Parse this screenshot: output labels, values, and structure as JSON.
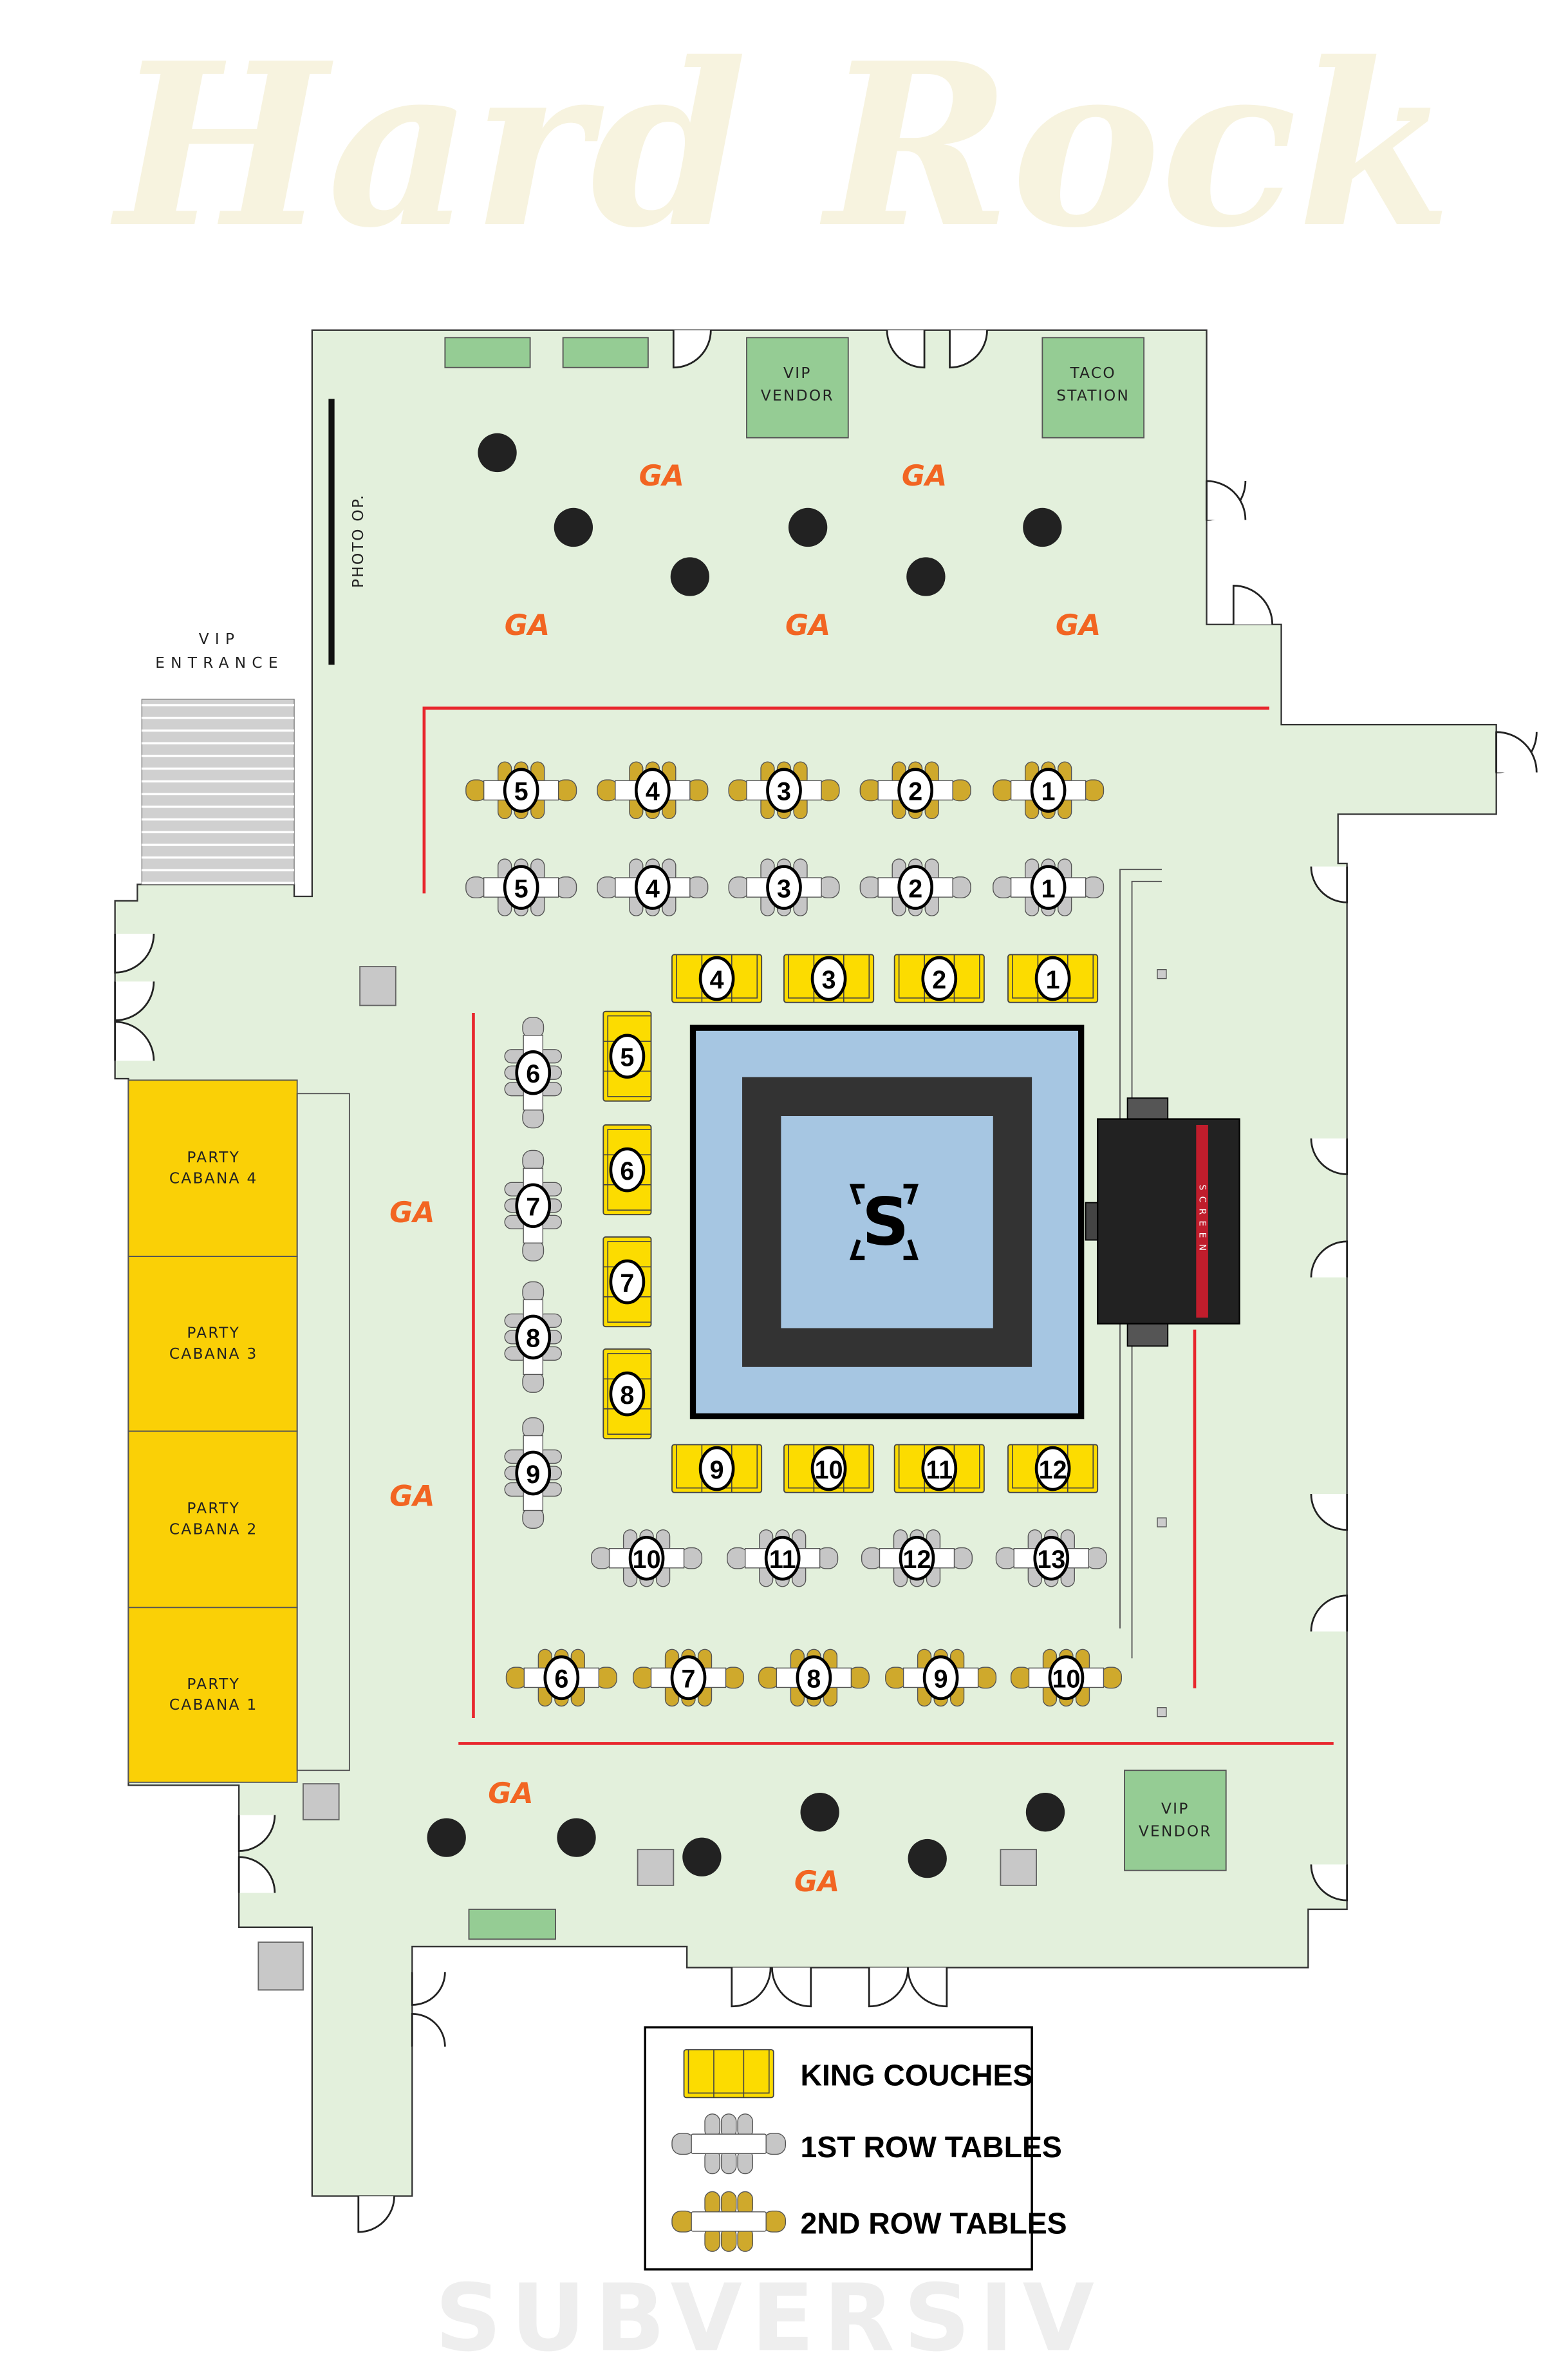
{
  "watermarks": {
    "top_logo": "Hard Rock",
    "bottom_logo": "SUBVERSIV"
  },
  "labels": {
    "vip_entrance_line1": "VIP",
    "vip_entrance_line2": "ENTRANCE",
    "photo_op": "PHOTO OP.",
    "vip_vendor_top": [
      "VIP",
      "VENDOR"
    ],
    "taco_station": [
      "TACO",
      "STATION"
    ],
    "vip_vendor_bottom": [
      "VIP",
      "VENDOR"
    ],
    "screen": "SCREEN",
    "ga": "GA",
    "stage_logo": "S"
  },
  "cabanas": [
    {
      "line1": "PARTY",
      "line2": "CABANA 4"
    },
    {
      "line1": "PARTY",
      "line2": "CABANA 3"
    },
    {
      "line1": "PARTY",
      "line2": "CABANA 2"
    },
    {
      "line1": "PARTY",
      "line2": "CABANA 1"
    }
  ],
  "second_row_top": [
    "5",
    "4",
    "3",
    "2",
    "1"
  ],
  "first_row_top": [
    "5",
    "4",
    "3",
    "2",
    "1"
  ],
  "couches_top": [
    "4",
    "3",
    "2",
    "1"
  ],
  "couches_left": [
    "5",
    "6",
    "7",
    "8"
  ],
  "couches_bottom": [
    "9",
    "10",
    "11",
    "12"
  ],
  "first_row_left": [
    "6",
    "7",
    "8",
    "9"
  ],
  "first_row_bottom": [
    "10",
    "11",
    "12",
    "13"
  ],
  "second_row_bottom": [
    "6",
    "7",
    "8",
    "9",
    "10"
  ],
  "legend": {
    "king_couches": "KING COUCHES",
    "first_row_tables": "1ST ROW TABLES",
    "second_row_tables": "2ND ROW TABLES"
  },
  "colors": {
    "floor": "#e3f0dc",
    "couch": "#fcdc00",
    "cabana": "#fad006",
    "gold_chair": "#cfa92c",
    "gray_chair": "#c6c6c6",
    "stage": "#a6c6e2",
    "ga": "#f26522",
    "rope": "#e8262d",
    "vendor": "#95cc94"
  }
}
